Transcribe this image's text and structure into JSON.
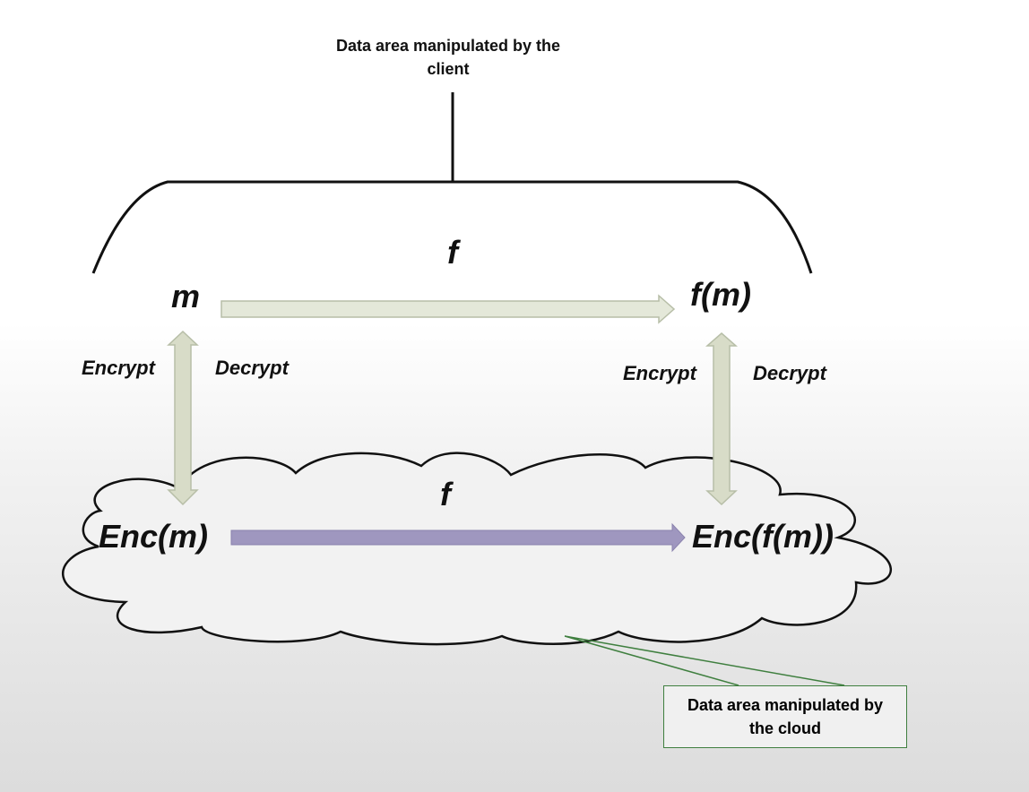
{
  "client_area_label": "Data area manipulated by the client",
  "cloud_area_label": "Data area manipulated by the cloud",
  "top_function": "f",
  "bottom_function": "f",
  "plaintext": "m",
  "plaintext_result": "f(m)",
  "ciphertext": "Enc(m)",
  "ciphertext_result": "Enc(f(m))",
  "left_encrypt": "Encrypt",
  "left_decrypt": "Decrypt",
  "right_encrypt": "Encrypt",
  "right_decrypt": "Decrypt",
  "colors": {
    "plain_arrow": "#e4e8d9",
    "plain_arrow_stroke": "#b7bea7",
    "cipher_arrow": "#9f97bf",
    "callout_border": "#3f7f3f"
  }
}
